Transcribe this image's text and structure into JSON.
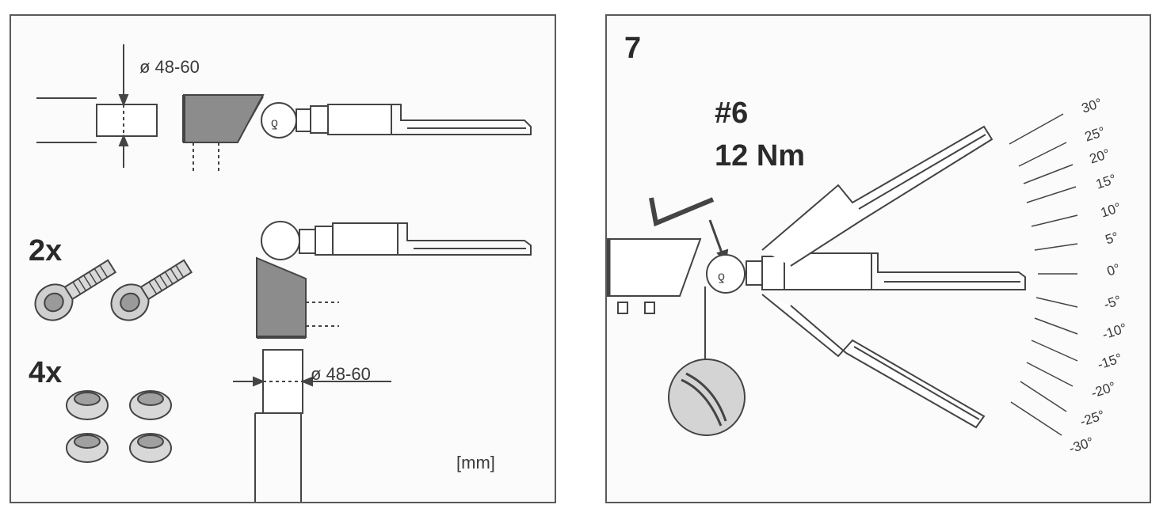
{
  "left_panel": {
    "tube_diameter_top": "ø 48-60",
    "tube_diameter_bottom": "ø 48-60",
    "screws_qty": "2x",
    "nuts_qty": "4x",
    "unit": "[mm]"
  },
  "right_panel": {
    "step_number": "7",
    "screw_ref": "#6",
    "torque": "12 Nm",
    "angles": [
      "30°",
      "25°",
      "20°",
      "15°",
      "10°",
      "5°",
      "0°",
      "-5°",
      "-10°",
      "-15°",
      "-20°",
      "-25°",
      "-30°"
    ]
  },
  "colors": {
    "line": "#444444",
    "fill_dark": "#8c8c8c",
    "fill_light": "#d8d8d8",
    "border": "#5a5a5a"
  }
}
